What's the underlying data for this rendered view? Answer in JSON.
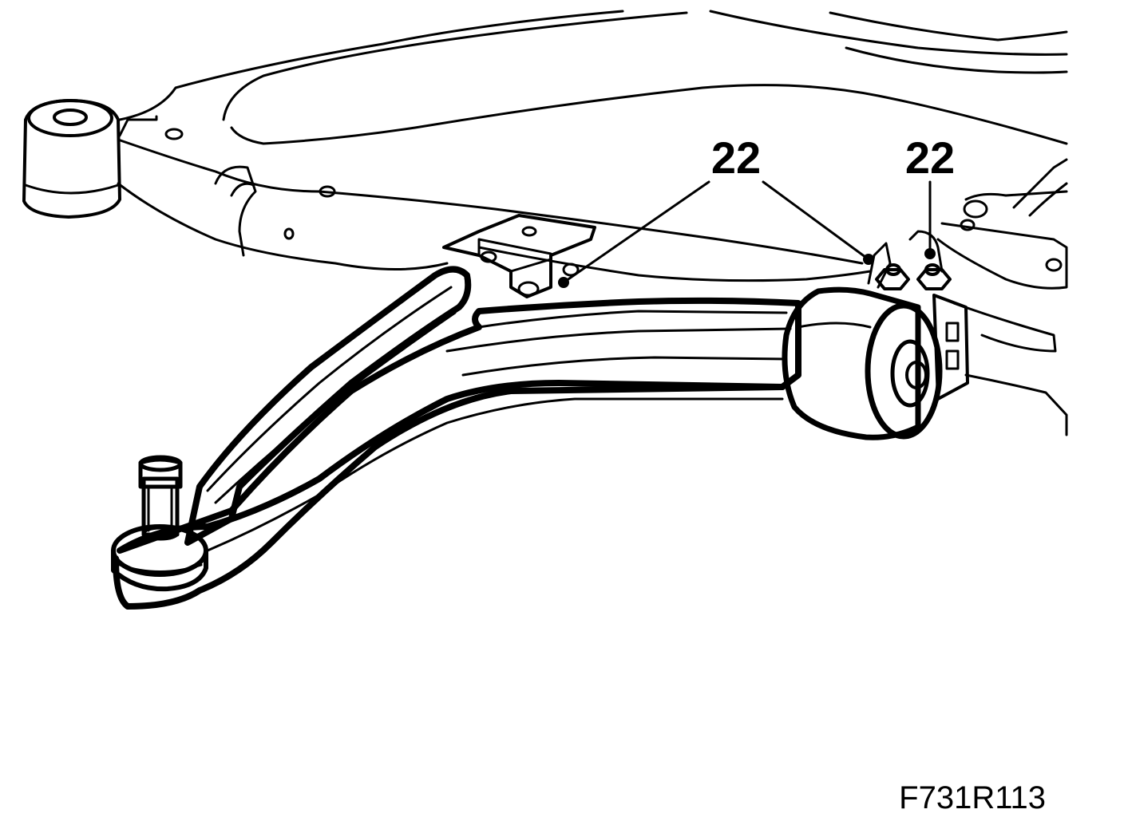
{
  "callouts": [
    {
      "label": "22"
    },
    {
      "label": "22"
    }
  ],
  "figure_id": "F731R113",
  "colors": {
    "ink": "#000000",
    "paper": "#ffffff"
  }
}
